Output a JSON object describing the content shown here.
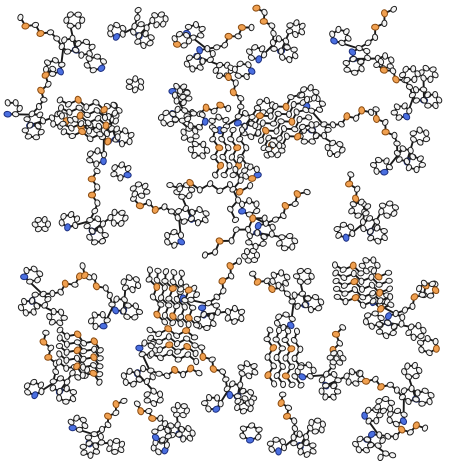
{
  "figure": {
    "kind": "crystal packing diagram",
    "style": "ORTEP thermal ellipsoids, ball-and-stick",
    "labels_visible": false,
    "colors": {
      "background": "#ffffff",
      "bond": "#1a1a1a",
      "carbon_atom": "#f4f4f4",
      "carbon_outline": "#202020",
      "nitrogen_atom": "#4a6fe0",
      "nitrogen_outline": "#1c2f80",
      "oxygen_atom": "#f0a050",
      "oxygen_outline": "#8a4b10"
    },
    "atom_types": [
      "carbon-atom",
      "nitrogen-atom",
      "oxygen-atom"
    ]
  }
}
